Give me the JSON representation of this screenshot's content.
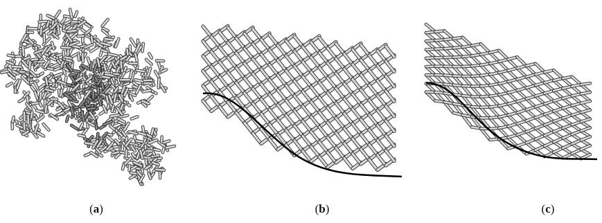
{
  "figure": {
    "panels": [
      {
        "letter": "a",
        "caption_open": "(",
        "caption_close": ")",
        "depiction": "dense-3d-lattice-structure"
      },
      {
        "letter": "b",
        "caption_open": "(",
        "caption_close": ")",
        "depiction": "square-lattice-conforming-to-curve"
      },
      {
        "letter": "c",
        "caption_open": "(",
        "caption_close": ")",
        "depiction": "diamond-lattice-conforming-to-curve"
      }
    ],
    "colors": {
      "strut_light": "#d9d9d9",
      "strut_dark": "#2a2a2a",
      "strut_mid": "#8c8c8c",
      "curve": "#000000"
    }
  }
}
